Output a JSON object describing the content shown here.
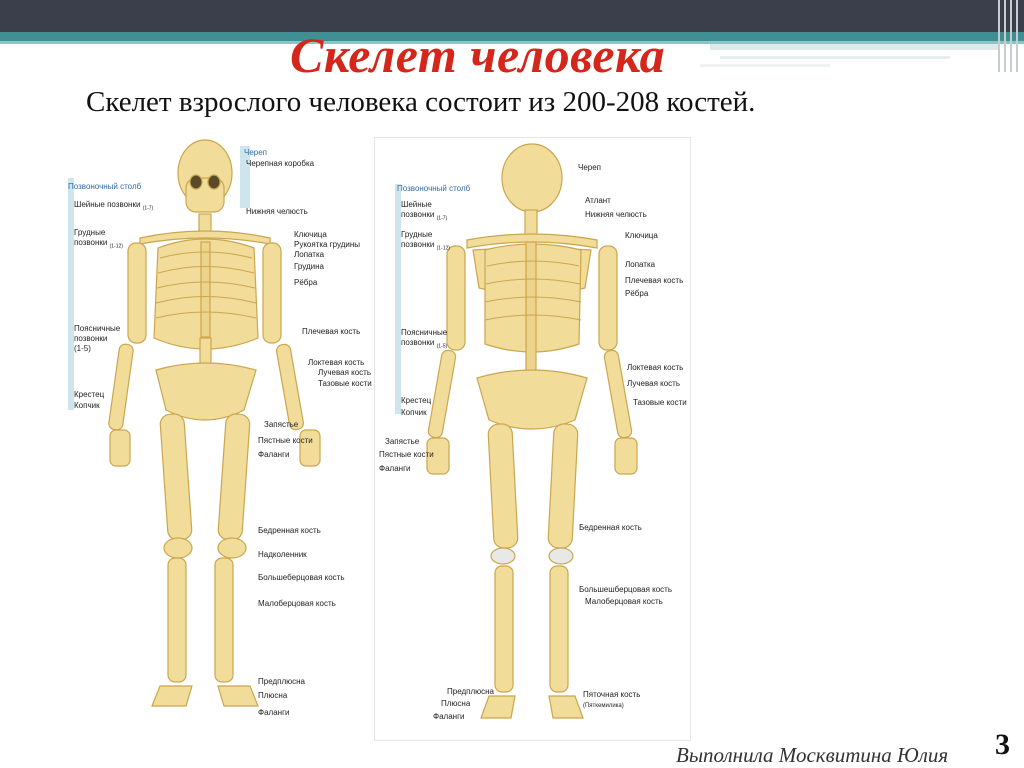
{
  "slide": {
    "title": "Скелет человека",
    "subtitle": "Скелет взрослого человека состоит из 200-208 костей.",
    "footer": "Выполнила Москвитина Юлия",
    "page_number": "3"
  },
  "front": {
    "left_labels": {
      "spine": "Позвоночный столб",
      "cervical": "Шейные позвонки",
      "cervical_range": "(1-7)",
      "thoracic1": "Грудные",
      "thoracic2": "позвонки",
      "thoracic_range": "(1-12)",
      "lumbar1": "Поясничные",
      "lumbar2": "позвонки",
      "lumbar_range": "(1-5)",
      "sacrum": "Крестец",
      "coccyx": "Копчик"
    },
    "right_labels": {
      "skull": "Череп",
      "cranium": "Черепная коробка",
      "jaw": "Нижняя челюсть",
      "clavicle": "Ключица",
      "manubrium": "Рукоятка грудины",
      "scapula": "Лопатка",
      "sternum": "Грудина",
      "ribs": "Рёбра",
      "humerus": "Плечевая кость",
      "ulna": "Локтевая кость",
      "radius": "Лучевая кость",
      "pelvis": "Тазовые кости",
      "carpus": "Запястье",
      "metacarpus": "Пястные кости",
      "phalanges": "Фаланги",
      "femur": "Бедренная кость",
      "patella": "Надколенник",
      "tibia": "Большеберцовая кость",
      "fibula": "Малоберцовая кость",
      "tarsus": "Предплюсна",
      "metatarsus": "Плюсна",
      "toe_phalanges": "Фаланги"
    }
  },
  "back": {
    "left_labels": {
      "spine": "Позвоночный столб",
      "cervical1": "Шейные",
      "cervical2": "позвонки",
      "cervical_range": "(1-7)",
      "thoracic1": "Грудные",
      "thoracic2": "позвонки",
      "thoracic_range": "(1-12)",
      "lumbar1": "Поясничные",
      "lumbar2": "позвонки",
      "lumbar_range": "(1-5)",
      "sacrum": "Крестец",
      "coccyx": "Копчик",
      "carpus": "Запястье",
      "metacarpus": "Пястные кости",
      "phalanges": "Фаланги",
      "tarsus": "Предплюсна",
      "metatarsus": "Плюсна",
      "toe_phalanges": "Фаланги"
    },
    "right_labels": {
      "skull": "Череп",
      "atlas": "Атлант",
      "jaw": "Нижняя челюсть",
      "clavicle": "Ключица",
      "scapula": "Лопатка",
      "humerus": "Плечевая кость",
      "ribs": "Рёбра",
      "ulna": "Локтевая кость",
      "radius": "Лучевая кость",
      "pelvis": "Тазовые кости",
      "femur": "Бедренная кость",
      "tibia": "Большешберцовая кость",
      "fibula": "Малоберцовая кость",
      "calcaneus": "Пяточная кость",
      "calcaneus_note": "(Пяткемилика)"
    }
  }
}
